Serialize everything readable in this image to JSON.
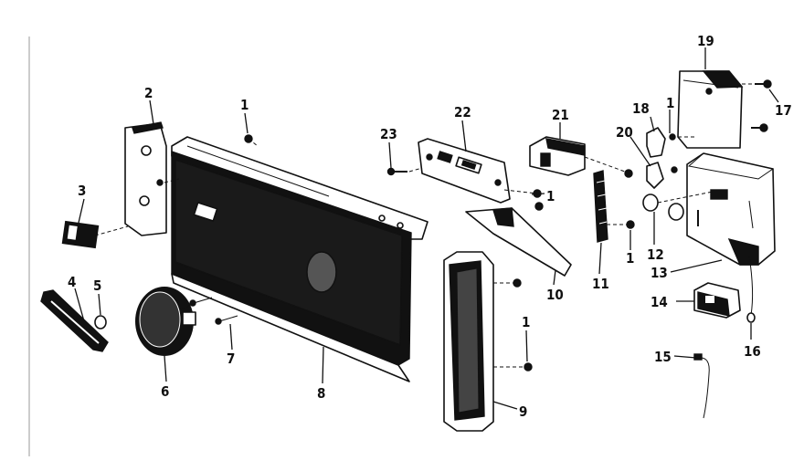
{
  "callouts": [
    {
      "id": "c1a",
      "text": "1"
    },
    {
      "id": "c2",
      "text": "2"
    },
    {
      "id": "c3",
      "text": "3"
    },
    {
      "id": "c4",
      "text": "4"
    },
    {
      "id": "c5",
      "text": "5"
    },
    {
      "id": "c6",
      "text": "6"
    },
    {
      "id": "c7",
      "text": "7"
    },
    {
      "id": "c8",
      "text": "8"
    },
    {
      "id": "c9",
      "text": "9"
    },
    {
      "id": "c1b",
      "text": "1"
    },
    {
      "id": "c10",
      "text": "10"
    },
    {
      "id": "c11",
      "text": "11"
    },
    {
      "id": "c1c",
      "text": "1"
    },
    {
      "id": "c1d",
      "text": "1"
    },
    {
      "id": "c12",
      "text": "12"
    },
    {
      "id": "c13",
      "text": "13"
    },
    {
      "id": "c14",
      "text": "14"
    },
    {
      "id": "c15",
      "text": "15"
    },
    {
      "id": "c16",
      "text": "16"
    },
    {
      "id": "c17",
      "text": "17"
    },
    {
      "id": "c18",
      "text": "18"
    },
    {
      "id": "c19",
      "text": "19"
    },
    {
      "id": "c1e",
      "text": "1"
    },
    {
      "id": "c20",
      "text": "20"
    },
    {
      "id": "c21",
      "text": "21"
    },
    {
      "id": "c22",
      "text": "22"
    },
    {
      "id": "c23",
      "text": "23"
    }
  ]
}
